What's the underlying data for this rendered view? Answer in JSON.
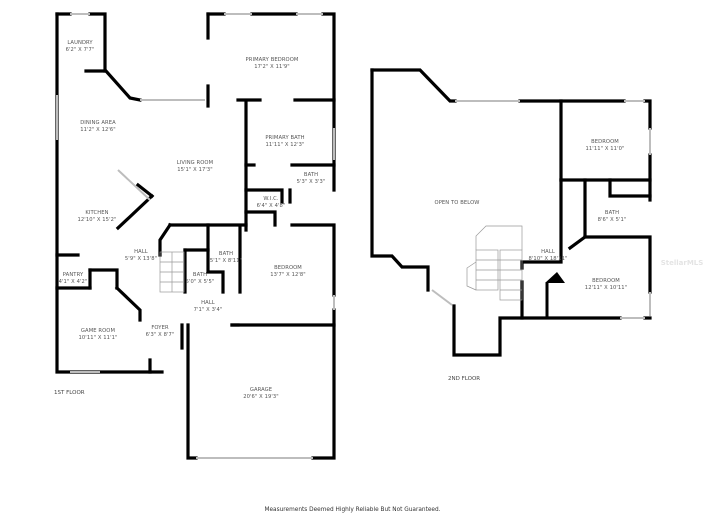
{
  "floors": [
    {
      "label": "1ST FLOOR",
      "rooms": [
        {
          "name": "LAUNDRY",
          "dims": "6'2\" X 7'7\""
        },
        {
          "name": "PRIMARY BEDROOM",
          "dims": "17'2\" X 11'9\""
        },
        {
          "name": "DINING AREA",
          "dims": "11'2\" X 12'6\""
        },
        {
          "name": "PRIMARY BATH",
          "dims": "11'11\" X 12'3\""
        },
        {
          "name": "LIVING ROOM",
          "dims": "15'1\" X 17'3\""
        },
        {
          "name": "BATH",
          "dims": "5'3\" X 3'3\""
        },
        {
          "name": "W.I.C.",
          "dims": "6'4\" X 4'8\""
        },
        {
          "name": "KITCHEN",
          "dims": "12'10\" X 15'2\""
        },
        {
          "name": "HALL",
          "dims": "5'9\" X 13'8\""
        },
        {
          "name": "BATH",
          "dims": "5'1\" X 8'11\""
        },
        {
          "name": "BATH",
          "dims": "5'0\" X 5'5\""
        },
        {
          "name": "BEDROOM",
          "dims": "13'7\" X 12'8\""
        },
        {
          "name": "PANTRY",
          "dims": "4'1\" X 4'2\""
        },
        {
          "name": "HALL",
          "dims": "7'1\" X 3'4\""
        },
        {
          "name": "GAME ROOM",
          "dims": "10'11\" X 11'1\""
        },
        {
          "name": "FOYER",
          "dims": "6'3\" X 8'7\""
        },
        {
          "name": "GARAGE",
          "dims": "20'6\" X 19'3\""
        }
      ]
    },
    {
      "label": "2ND FLOOR",
      "rooms": [
        {
          "name": "BEDROOM",
          "dims": "11'11\" X 11'0\""
        },
        {
          "name": "OPEN TO BELOW",
          "dims": ""
        },
        {
          "name": "BATH",
          "dims": "8'6\" X 5'1\""
        },
        {
          "name": "HALL",
          "dims": "8'10\" X 18'11\""
        },
        {
          "name": "BEDROOM",
          "dims": "12'11\" X 10'11\""
        }
      ]
    }
  ],
  "footer": "Measurements Deemed Highly Reliable But Not Guaranteed.",
  "watermark": "StellarMLS",
  "colors": {
    "wall": "#000000",
    "window": "#cfcfcf",
    "text": "#555555",
    "background": "#ffffff"
  }
}
